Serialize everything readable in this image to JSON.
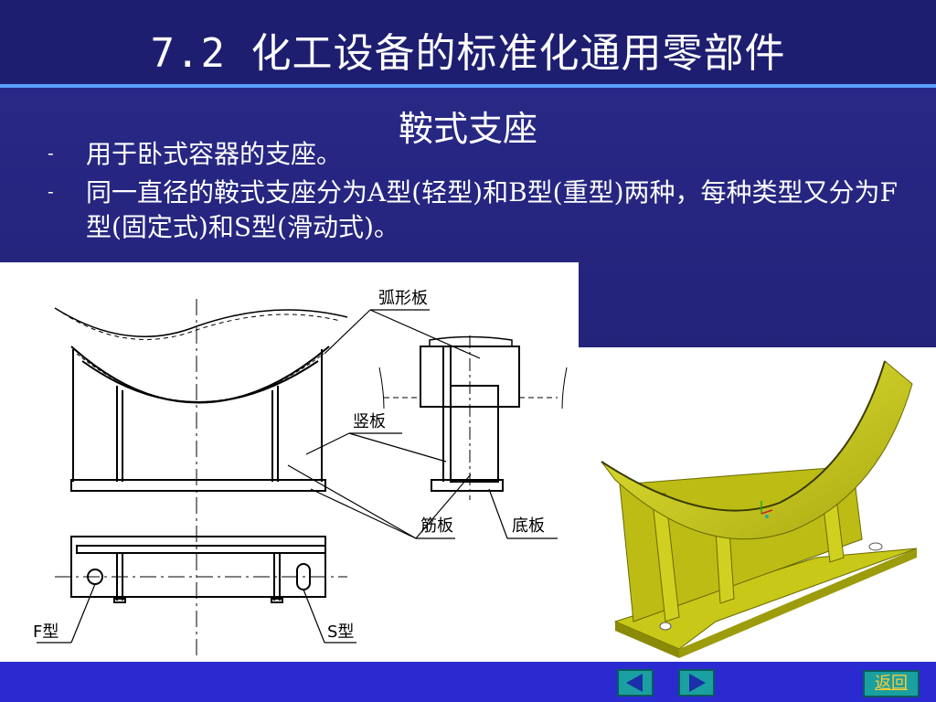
{
  "slide": {
    "title": "7.2  化工设备的标准化通用零部件",
    "subtitle": "鞍式支座",
    "bullets": [
      {
        "marker": "-",
        "text": "用于卧式容器的支座。"
      },
      {
        "marker": "-",
        "text": "同一直径的鞍式支座分为A型(轻型)和B型(重型)两种，每种类型又分为F型(固定式)和S型(滑动式)。"
      }
    ]
  },
  "drawing": {
    "labels": {
      "arc_plate": "弧形板",
      "vertical_plate": "竖板",
      "rib_plate": "筋板",
      "base_plate": "底板",
      "f_type": "F型",
      "s_type": "S型"
    }
  },
  "footer": {
    "back_label": "返回"
  },
  "colors": {
    "accent": "#5aa0ff",
    "model_yellow": "#d8d820",
    "button_teal": "#1aa0a0"
  }
}
